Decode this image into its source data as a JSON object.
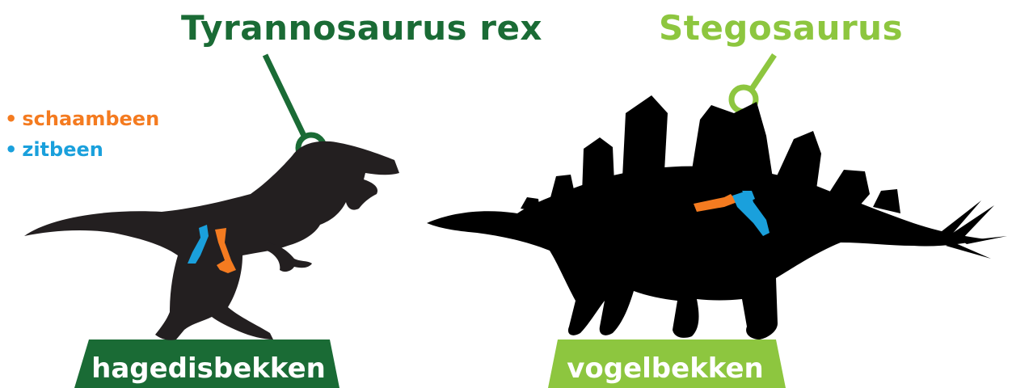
{
  "colors": {
    "dark_green": "#1a6b35",
    "light_green": "#8dc63f",
    "orange": "#f47b20",
    "blue": "#1aa0dc",
    "silhouette_trex": "#231f20",
    "silhouette_steg": "#000000"
  },
  "titles": {
    "trex": "Tyrannosaurus rex",
    "stegosaurus": "Stegosaurus"
  },
  "legend": [
    {
      "bullet": "•",
      "label": "schaambeen",
      "color": "#f47b20"
    },
    {
      "bullet": "•",
      "label": "zitbeen",
      "color": "#1aa0dc"
    }
  ],
  "plaques": {
    "left": "hagedisbekken",
    "right": "vogelbekken"
  },
  "icons": {
    "trex": "trex-silhouette-icon",
    "stegosaurus": "stegosaurus-silhouette-icon"
  }
}
